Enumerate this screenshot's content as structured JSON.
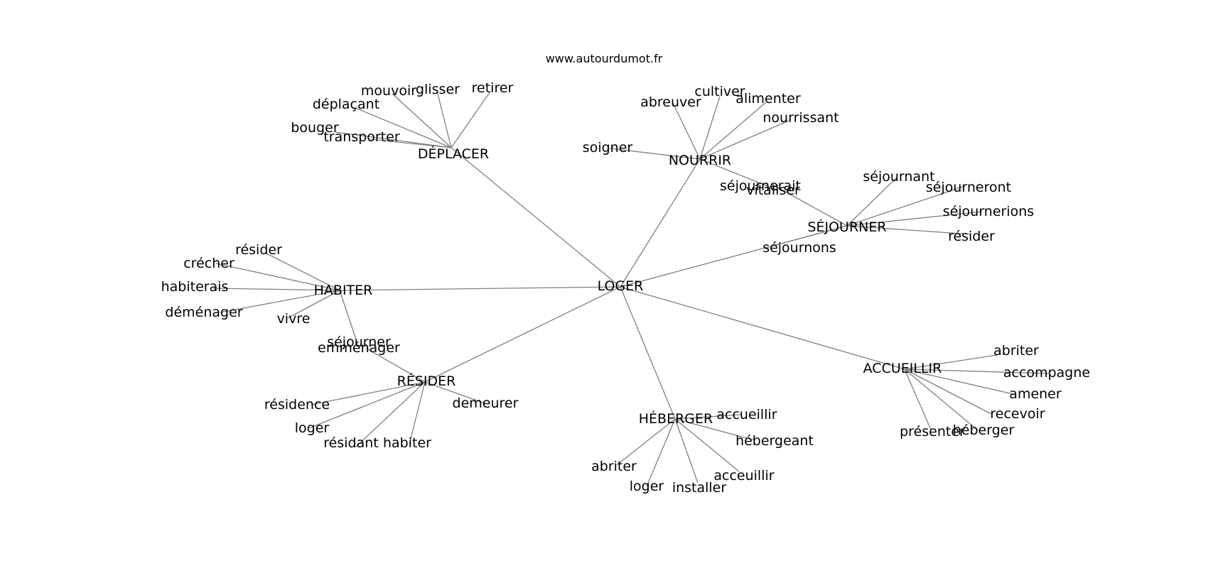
{
  "site": "www.autourdumot.fr",
  "graph": {
    "root": "LOGER",
    "hubs": [
      {
        "word": "DÉPLACER",
        "leaves": [
          "mouvoir",
          "glisser",
          "retirer",
          "déplaçant",
          "bouger",
          "transporter"
        ]
      },
      {
        "word": "NOURRIR",
        "leaves": [
          "abreuver",
          "cultiver",
          "alimenter",
          "nourrissant",
          "soigner",
          "vitaliser"
        ]
      },
      {
        "word": "SÉJOURNER",
        "leaves": [
          "séjournerait",
          "séjournant",
          "séjourneront",
          "séjournerions",
          "résider",
          "séjournons"
        ]
      },
      {
        "word": "HABITER",
        "leaves": [
          "résider",
          "crécher",
          "habiterais",
          "déménager",
          "vivre",
          "séjourner"
        ]
      },
      {
        "word": "RÉSIDER",
        "leaves": [
          "emménager",
          "résidence",
          "loger",
          "résidant",
          "habiter",
          "demeurer"
        ]
      },
      {
        "word": "HÉBERGER",
        "leaves": [
          "accueillir",
          "hébergeant",
          "acceuillir",
          "installer",
          "loger",
          "abriter"
        ]
      },
      {
        "word": "ACCUEILLIR",
        "leaves": [
          "abriter",
          "accompagne",
          "amener",
          "recevoir",
          "héberger",
          "présenter"
        ]
      }
    ]
  }
}
